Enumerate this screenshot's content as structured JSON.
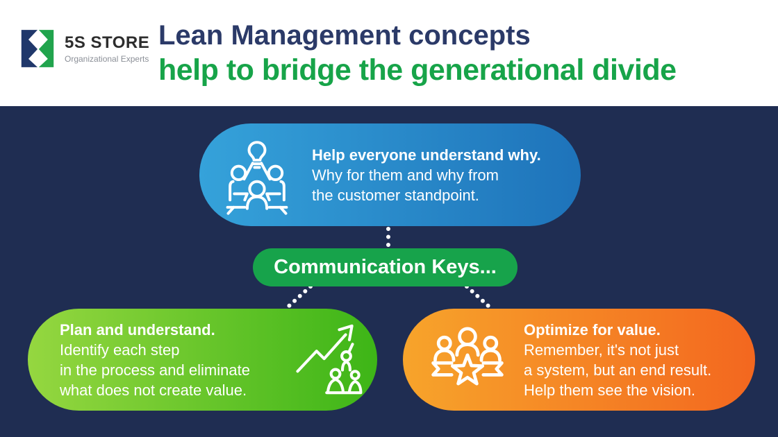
{
  "header": {
    "logo": {
      "brand": "5S STORE",
      "tagline": "Organizational Experts",
      "icon": "5s-store-logo-icon"
    },
    "title_line1": "Lean Management concepts",
    "title_line2": "help to bridge the generational divide"
  },
  "cards": {
    "top": {
      "icon": "team-brainstorm-icon",
      "title": "Help everyone understand why.",
      "lines": [
        "Why for them and why from",
        "the customer standpoint."
      ]
    },
    "center": {
      "label": "Communication Keys..."
    },
    "left": {
      "icon": "growth-teamwork-icon",
      "title": "Plan and understand.",
      "lines": [
        "Identify each step",
        "in the process and eliminate",
        "what does not create value."
      ]
    },
    "right": {
      "icon": "team-star-icon",
      "title": "Optimize for value.",
      "lines": [
        "Remember, it's not just",
        "a system, but an end result.",
        "Help them see the vision."
      ]
    }
  },
  "connectors": {
    "style": "white-dotted",
    "links": [
      "top-to-center",
      "center-to-left",
      "center-to-right"
    ]
  },
  "colors": {
    "background_navy": "#1f2d52",
    "header_background": "#ffffff",
    "title_navy": "#2b3a68",
    "title_green": "#17a449",
    "logo_navy": "#20386b",
    "logo_green": "#21a44d",
    "tagline_gray": "#8b8f97",
    "pill_blue_gradient": [
      "#35a2da",
      "#1e73ba"
    ],
    "pill_center_green": "#17a34b",
    "pill_green_gradient": [
      "#95d740",
      "#3db517"
    ],
    "pill_orange_gradient": [
      "#f7a42b",
      "#f3671f"
    ],
    "pill_text": "#ffffff"
  }
}
